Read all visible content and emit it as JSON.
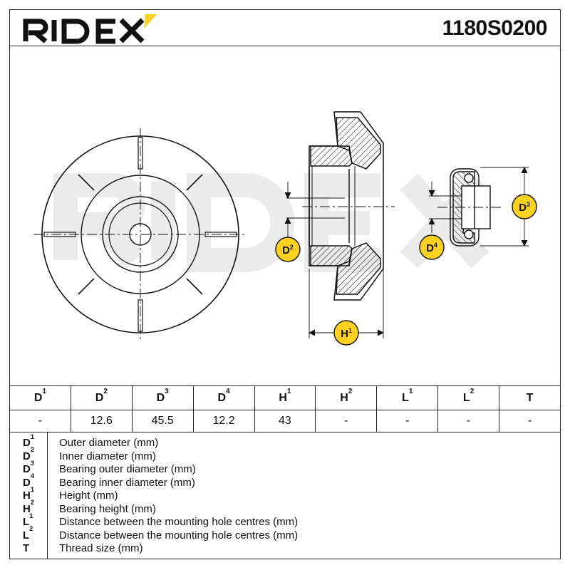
{
  "brand": "RIDEX",
  "part_number": "1180S0200",
  "colors": {
    "accent": "#ffd21f",
    "line": "#111111",
    "watermark": "#e9e9e9"
  },
  "drawing": {
    "labels": {
      "d2": {
        "letter": "D",
        "sup": "2"
      },
      "d3": {
        "letter": "D",
        "sup": "3"
      },
      "d4": {
        "letter": "D",
        "sup": "4"
      },
      "h1": {
        "letter": "H",
        "sup": "1"
      }
    }
  },
  "specs": {
    "headers": [
      {
        "letter": "D",
        "sup": "1"
      },
      {
        "letter": "D",
        "sup": "2"
      },
      {
        "letter": "D",
        "sup": "3"
      },
      {
        "letter": "D",
        "sup": "4"
      },
      {
        "letter": "H",
        "sup": "1"
      },
      {
        "letter": "H",
        "sup": "2"
      },
      {
        "letter": "L",
        "sup": "1"
      },
      {
        "letter": "L",
        "sup": "2"
      },
      {
        "letter": "T",
        "sup": ""
      }
    ],
    "values": [
      "-",
      "12.6",
      "45.5",
      "12.2",
      "43",
      "-",
      "-",
      "-",
      "-"
    ]
  },
  "legend": [
    {
      "letter": "D",
      "sup": "1",
      "text": "Outer diameter (mm)"
    },
    {
      "letter": "D",
      "sup": "2",
      "text": "Inner diameter (mm)"
    },
    {
      "letter": "D",
      "sup": "3",
      "text": "Bearing outer diameter (mm)"
    },
    {
      "letter": "D",
      "sup": "4",
      "text": "Bearing inner diameter (mm)"
    },
    {
      "letter": "H",
      "sup": "1",
      "text": "Height (mm)"
    },
    {
      "letter": "H",
      "sup": "2",
      "text": "Bearing height (mm)"
    },
    {
      "letter": "L",
      "sup": "1",
      "text": "Distance between the mounting hole centres (mm)"
    },
    {
      "letter": "L",
      "sup": "2",
      "text": "Distance between the mounting hole centres (mm)"
    },
    {
      "letter": "T",
      "sup": "",
      "text": "Thread size (mm)"
    }
  ]
}
